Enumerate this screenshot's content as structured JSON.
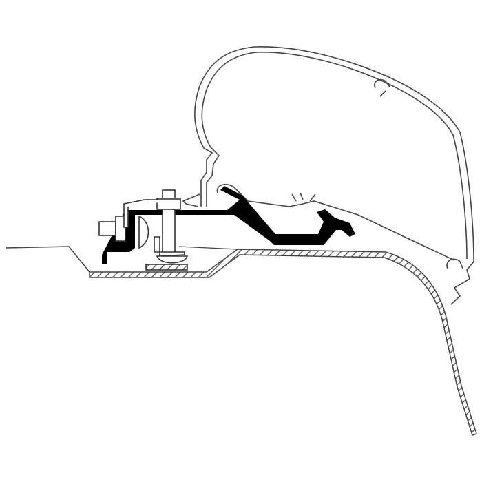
{
  "diagram": {
    "colors": {
      "background": "#ffffff",
      "line": "#3a3a3a",
      "bracket": "#000000"
    },
    "parts": [
      "awning-case",
      "roof-panel",
      "mounting-adapter",
      "bolt",
      "nut",
      "clamp"
    ]
  }
}
